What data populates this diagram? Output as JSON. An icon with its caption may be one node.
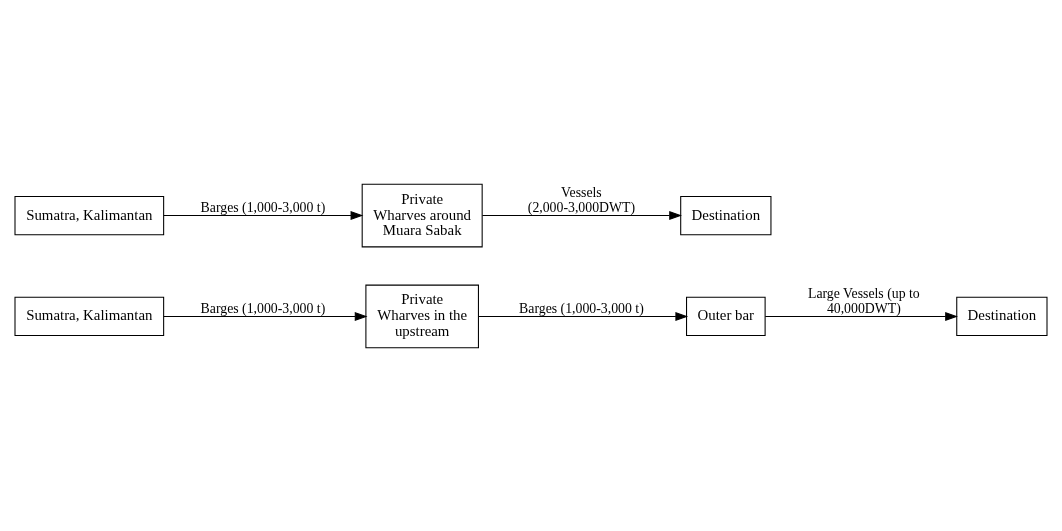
{
  "diagram": {
    "nodes": [
      {
        "text": [
          "Private Wharves in the upstream"
        ]
      },
      {
        "text": [
          "Sumatra, Kalimantan"
        ]
      },
      {
        "text": [
          "Outer bar"
        ]
      },
      {
        "text": [
          "Destination"
        ]
      },
      {
        "text": [
          "Private Wharves around Muara Sabak"
        ]
      },
      {
        "text": [
          "Sumatra, Kalimantan"
        ]
      },
      {
        "text": [
          "Destination"
        ]
      }
    ],
    "edges": [
      {
        "from": 1,
        "to": 0,
        "arrow": "to",
        "label": "Barges (1,000-3,000 t)"
      },
      {
        "from": 0,
        "to": 2,
        "arrow": "to",
        "label": "Barges (1,000-3,000 t)"
      },
      {
        "from": 2,
        "to": 3,
        "arrow": "to",
        "label": "Large Vessels (up to 40,000DWT)"
      },
      {
        "from": 5,
        "to": 4,
        "arrow": "to",
        "label": "Barges (1,000-3,000 t)"
      },
      {
        "from": 4,
        "to": 6,
        "arrow": "to",
        "label": "Vessels (2,000-3,000DWT)"
      }
    ]
  }
}
